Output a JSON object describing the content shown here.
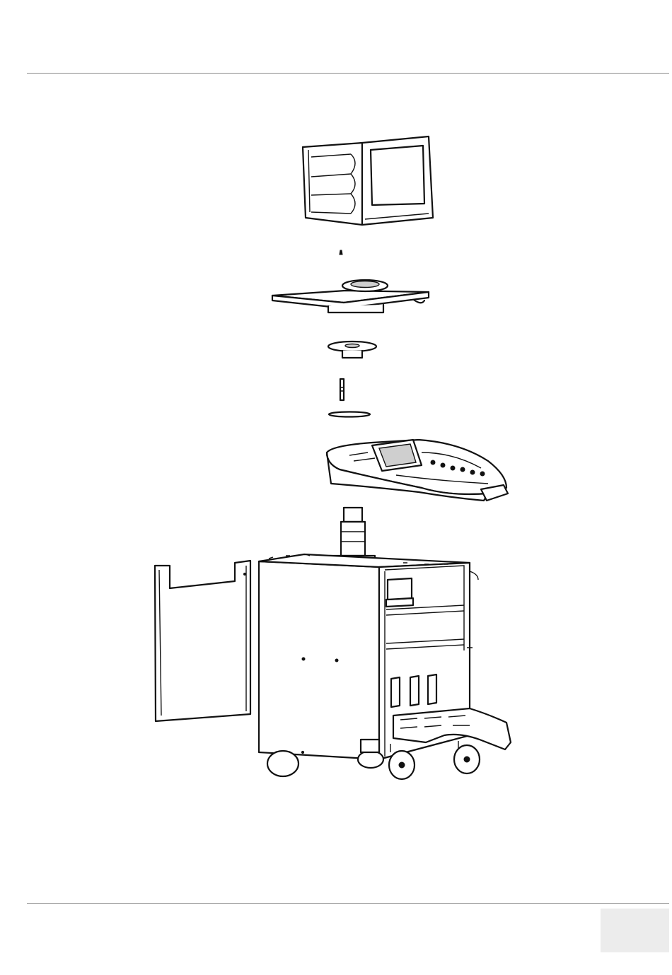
{
  "page": {
    "header_rule": true,
    "footer_rule": true,
    "page_tab_color": "#ececec"
  },
  "figure": {
    "type": "exploded-assembly-illustration",
    "parts": [
      "monitor",
      "screw",
      "monitor-mounting-plate",
      "flange",
      "pin",
      "washer",
      "control-panel",
      "column",
      "side-panel",
      "cart-body",
      "foot-rest",
      "wheels"
    ]
  }
}
